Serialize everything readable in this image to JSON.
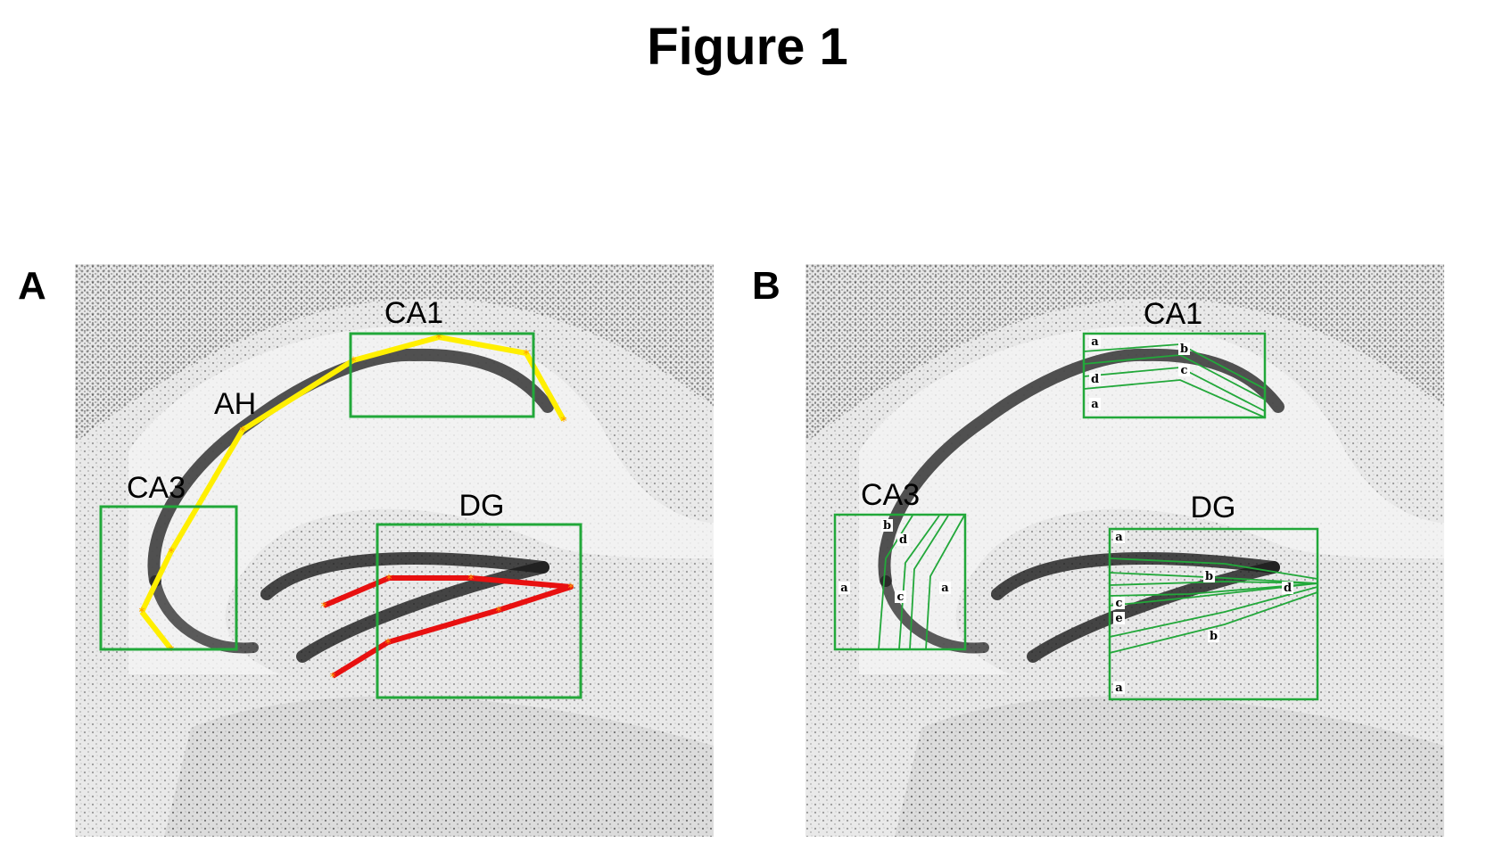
{
  "figure": {
    "title": "Figure 1"
  },
  "panels": [
    {
      "letter": "A",
      "regions": {
        "ca1": "CA1",
        "ah": "AH",
        "ca3": "CA3",
        "dg": "DG"
      }
    },
    {
      "letter": "B",
      "regions": {
        "ca1": "CA1",
        "ca3": "CA3",
        "dg": "DG"
      },
      "sublayer_labels": {
        "ca1": [
          "a",
          "b",
          "d",
          "c",
          "a"
        ],
        "ca3": [
          "b",
          "d",
          "a",
          "c",
          "a"
        ],
        "dg": [
          "a",
          "b",
          "d",
          "c",
          "e",
          "b",
          "a"
        ]
      }
    }
  ],
  "colors": {
    "roi_box": "#22a83a",
    "ah_trace": "#ffef00",
    "dg_trace": "#e81010",
    "marker": "#ff9900"
  }
}
